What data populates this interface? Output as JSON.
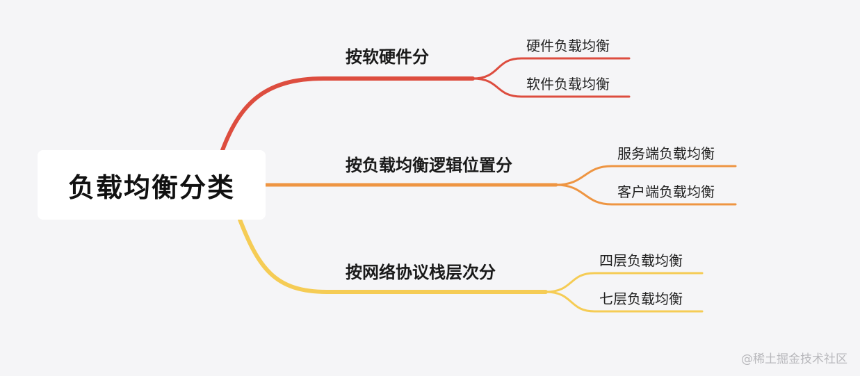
{
  "root": {
    "label": "负载均衡分类"
  },
  "branches": [
    {
      "label": "按软硬件分",
      "color": "#dd4d3f",
      "leaves": [
        {
          "label": "硬件负载均衡"
        },
        {
          "label": "软件负载均衡"
        }
      ]
    },
    {
      "label": "按负载均衡逻辑位置分",
      "color": "#ee9542",
      "leaves": [
        {
          "label": "服务端负载均衡"
        },
        {
          "label": "客户端负载均衡"
        }
      ]
    },
    {
      "label": "按网络协议栈层次分",
      "color": "#f5cc55",
      "leaves": [
        {
          "label": "四层负载均衡"
        },
        {
          "label": "七层负载均衡"
        }
      ]
    }
  ],
  "watermark": "@稀土掘金技术社区"
}
